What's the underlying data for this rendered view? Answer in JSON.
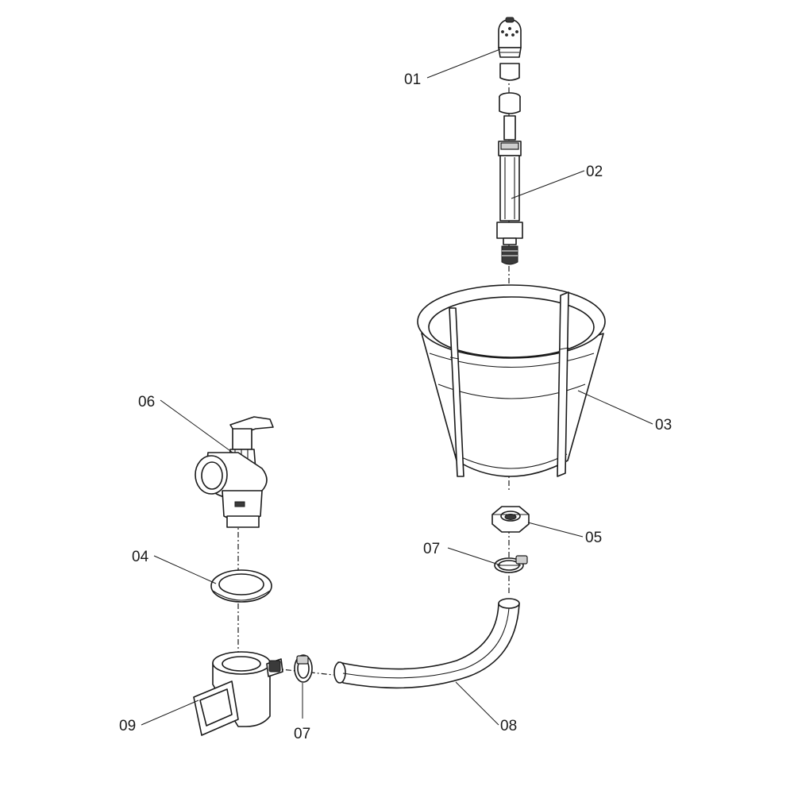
{
  "diagram": {
    "kind": "exploded parts diagram",
    "callouts": [
      {
        "id": "01",
        "part": "spray nozzle cap"
      },
      {
        "id": "02",
        "part": "upright pipe assembly"
      },
      {
        "id": "03",
        "part": "bucket strainer basket"
      },
      {
        "id": "04",
        "part": "flat sealing gasket"
      },
      {
        "id": "05",
        "part": "hex nut"
      },
      {
        "id": "06",
        "part": "drain valve with lever handle"
      },
      {
        "id": "07",
        "part": "hose clamp (upper)"
      },
      {
        "id": "07",
        "part": "hose clamp (lower)"
      },
      {
        "id": "08",
        "part": "flexible drain hose"
      },
      {
        "id": "09",
        "part": "outlet elbow with rectangular spout"
      }
    ],
    "labels": {
      "l01": "01",
      "l02": "02",
      "l03": "03",
      "l04": "04",
      "l05": "05",
      "l06": "06",
      "l07a": "07",
      "l07b": "07",
      "l08": "08",
      "l09": "09"
    },
    "colors": {
      "line": "#1a1a1a",
      "background": "#ffffff",
      "shade": "#cfcfcf"
    }
  }
}
